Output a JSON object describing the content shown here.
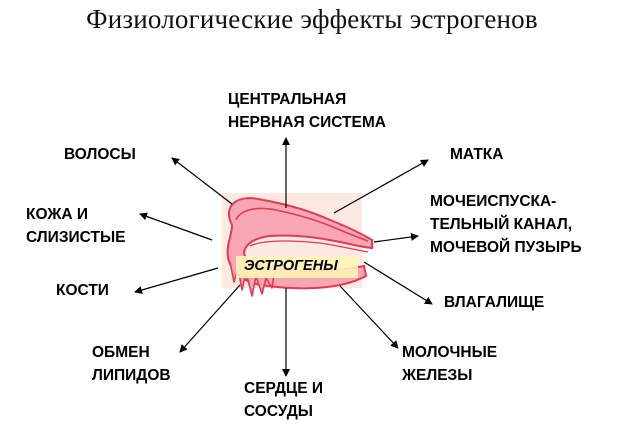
{
  "title": "Физиологические эффекты эстрогенов",
  "center": "ЭСТРОГЕНЫ",
  "labels": {
    "cns_line1": "ЦЕНТРАЛЬНАЯ",
    "cns_line2": "НЕРВНАЯ СИСТЕМА",
    "hair": "ВОЛОСЫ",
    "uterus": "МАТКА",
    "skin_line1": "КОЖА И",
    "skin_line2": "СЛИЗИСТЫЕ",
    "urinary_line1": "МОЧЕИСПУСКА-",
    "urinary_line2": "ТЕЛЬНЫЙ КАНАЛ,",
    "urinary_line3": "МОЧЕВОЙ ПУЗЫРЬ",
    "bones": "КОСТИ",
    "vagina": "ВЛАГАЛИЩЕ",
    "lipids_line1": "ОБМЕН",
    "lipids_line2": "ЛИПИДОВ",
    "breast_line1": "МОЛОЧНЫЕ",
    "breast_line2": "ЖЕЛЕЗЫ",
    "heart_line1": "СЕРДЦЕ  И",
    "heart_line2": "СОСУДЫ"
  },
  "colors": {
    "uterus_fill": "#f7a7b4",
    "uterus_stroke": "#e23a55",
    "highlight": "#fff7c0",
    "backdrop": "#fde7df",
    "arrow": "#000000"
  }
}
